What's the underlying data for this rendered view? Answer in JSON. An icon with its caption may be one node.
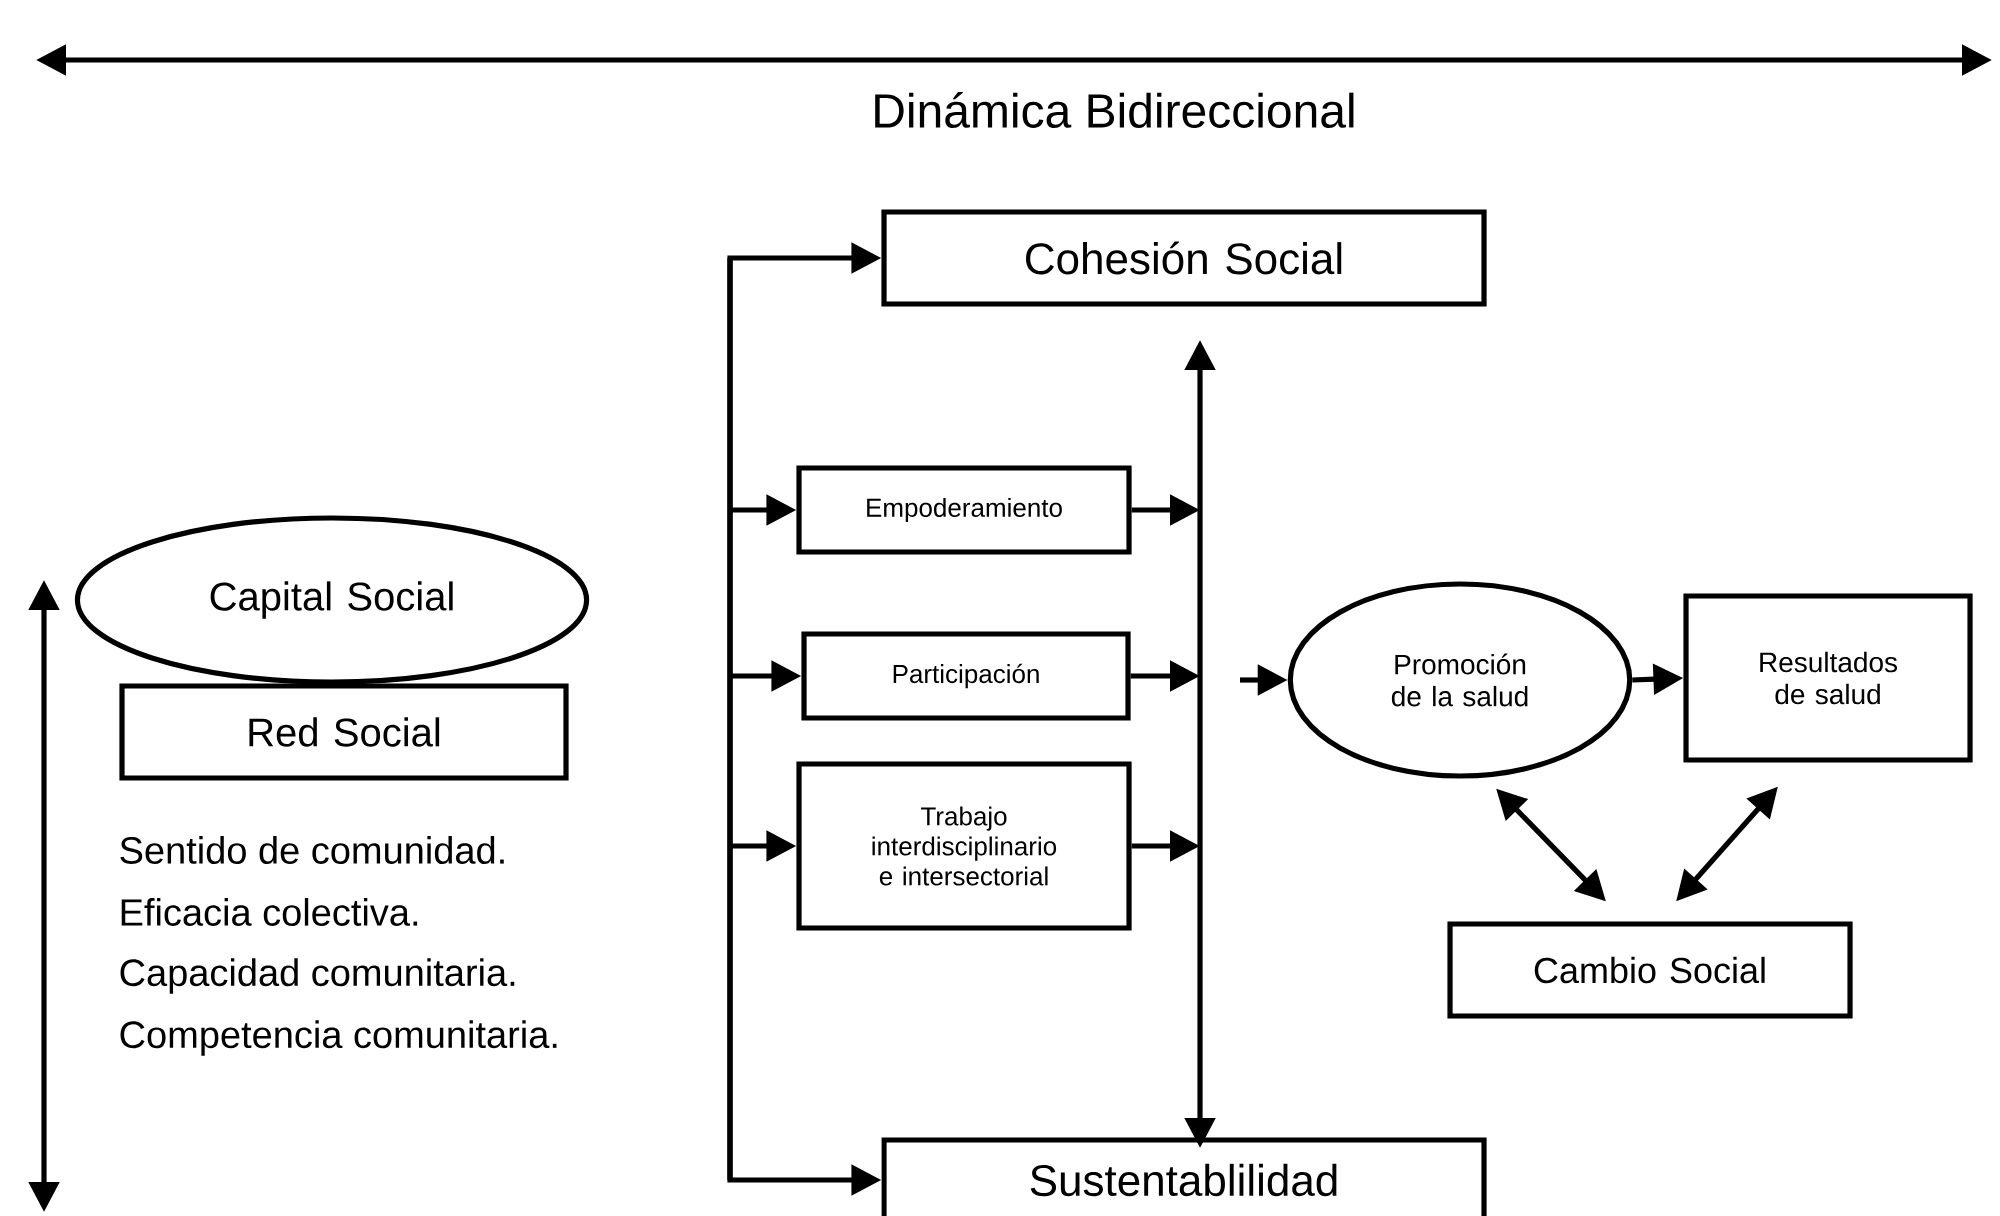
{
  "diagram": {
    "nodes": [
      {
        "text": [
          "Cohesión Social"
        ]
      },
      {
        "text": [
          "Empoderamiento"
        ]
      },
      {
        "text": [
          "Participación"
        ]
      },
      {
        "text": [
          "Trabajo interdisciplinario e intersectorial"
        ]
      },
      {
        "text": [
          "Sustentablilidad"
        ]
      },
      {
        "text": [
          "Capital Social"
        ]
      },
      {
        "text": [
          "Red Social"
        ]
      },
      {
        "text": [
          "Promoción de la salud"
        ]
      },
      {
        "text": [
          "Resultados de salud"
        ]
      },
      {
        "text": [
          "Cambio Social"
        ]
      }
    ],
    "edges": [
      {
        "from": null,
        "to": 0,
        "arrow": "to"
      },
      {
        "from": null,
        "to": 1,
        "arrow": "to"
      },
      {
        "from": null,
        "to": 2,
        "arrow": "to"
      },
      {
        "from": null,
        "to": 3,
        "arrow": "to"
      },
      {
        "from": null,
        "to": 4,
        "arrow": "to"
      },
      {
        "from": 1,
        "to": null,
        "arrow": "to"
      },
      {
        "from": 2,
        "to": null,
        "arrow": "to"
      },
      {
        "from": 3,
        "to": null,
        "arrow": "to"
      },
      {
        "from": null,
        "to": 7,
        "arrow": "to"
      },
      {
        "from": 7,
        "to": 8,
        "arrow": "to"
      },
      {
        "from": 7,
        "to": 9,
        "arrow": "both"
      },
      {
        "from": 8,
        "to": 9,
        "arrow": "both"
      }
    ],
    "labels": [
      "Dinámica Bidireccional",
      "Sentido de comunidad.",
      "Eficacia colectiva.",
      "Capacidad comunitaria.",
      "Competencia comunitaria."
    ]
  }
}
